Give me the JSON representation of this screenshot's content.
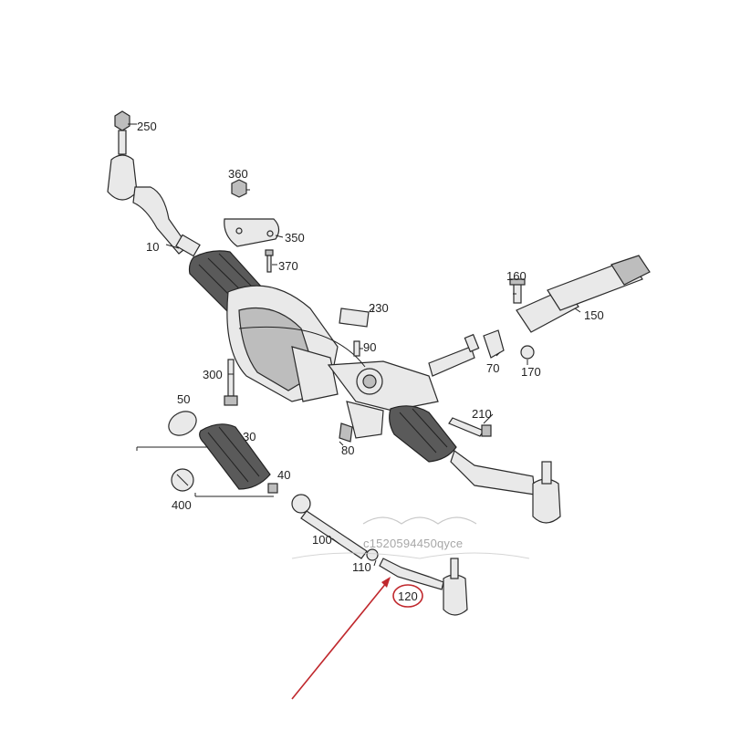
{
  "diagram": {
    "labels": {
      "p10": "10",
      "p30": "30",
      "p40": "40",
      "p50": "50",
      "p70": "70",
      "p80": "80",
      "p90": "90",
      "p100": "100",
      "p110": "110",
      "p120": "120",
      "p150": "150",
      "p160": "160",
      "p170": "170",
      "p210": "210",
      "p230": "230",
      "p250": "250",
      "p300": "300",
      "p350": "350",
      "p360": "360",
      "p370": "370",
      "p400": "400"
    },
    "highlighted_part": "120",
    "watermark": "c1520594450qyce",
    "colors": {
      "highlight": "#c0282d",
      "line": "#222222",
      "watermark": "#8a8a8a"
    }
  }
}
